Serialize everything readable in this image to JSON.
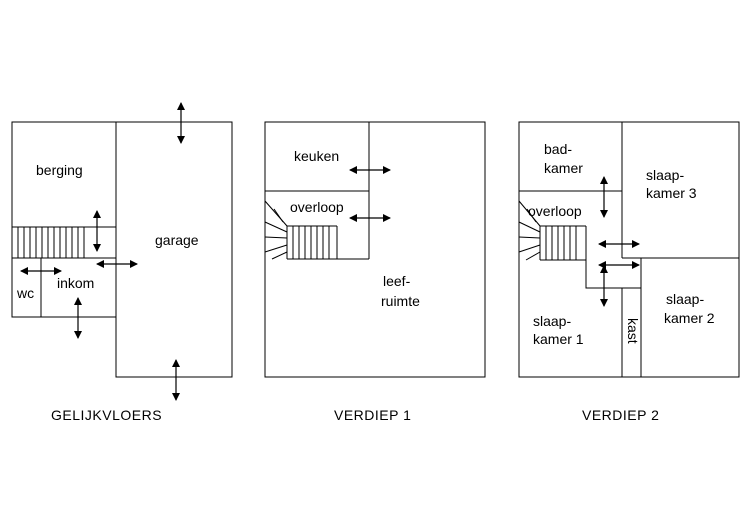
{
  "plans": [
    {
      "caption": "GELIJKVLOERS",
      "rooms": {
        "berging": "berging",
        "garage": "garage",
        "inkom": "inkom",
        "wc": "wc"
      }
    },
    {
      "caption": "VERDIEP  1",
      "rooms": {
        "keuken": "keuken",
        "overloop": "overloop",
        "leef_1": "leef-",
        "leef_2": "ruimte"
      }
    },
    {
      "caption": "VERDIEP  2",
      "rooms": {
        "bad_1": "bad-",
        "bad_2": "kamer",
        "overloop": "overloop",
        "sk3_1": "slaap-",
        "sk3_2": "kamer  3",
        "sk2_1": "slaap-",
        "sk2_2": "kamer  2",
        "sk1_1": "slaap-",
        "sk1_2": "kamer  1",
        "kast": "kast"
      }
    }
  ]
}
